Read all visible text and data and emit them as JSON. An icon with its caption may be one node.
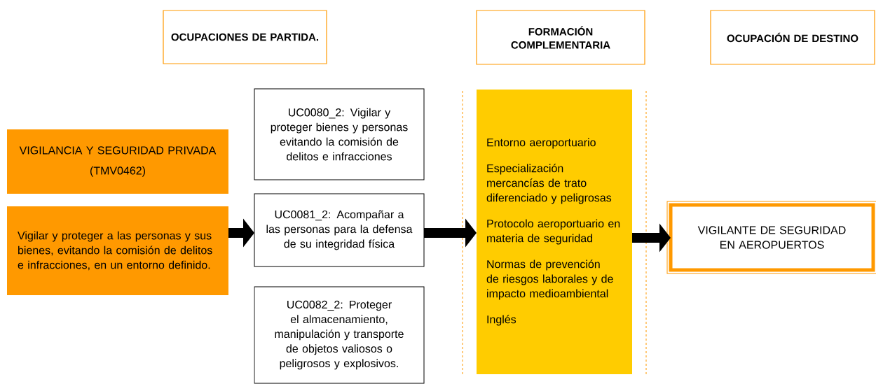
{
  "diagram": {
    "nodes": [
      {
        "text": [
          "OCUPACIONES DE PARTIDA."
        ]
      },
      {
        "text": [
          "FORMACIÓN COMPLEMENTARIA"
        ]
      },
      {
        "text": [
          "OCUPACIÓN DE DESTINO"
        ]
      },
      {
        "text": [
          "VIGILANCIA Y SEGURIDAD PRIVADA",
          "(TMV0462)"
        ]
      },
      {
        "text": [
          "Vigilar y proteger a las personas y sus bienes, evitando la comisión de delitos e infracciones, en un entorno definido."
        ]
      },
      {
        "text": [
          "UC0080_2: Vigilar y proteger bienes y personas evitando la comisión de delitos e infracciones"
        ]
      },
      {
        "text": [
          "UC0081_2: Acompañar a las personas para la defensa de su integridad física"
        ]
      },
      {
        "text": [
          "UC0082_2: Proteger el almacenamiento, manipulación y transporte de objetos valiosos o peligrosos y explosivos."
        ]
      },
      {
        "text": [
          "Entorno aeroportuario",
          "Especialización mercancías de trato diferenciado y peligrosas",
          "Protocolo aeroportuario en materia de seguridad",
          "Normas de prevención de riesgos laborales y de impacto medioambiental",
          "Inglés"
        ]
      },
      {
        "text": [
          "VIGILANTE DE SEGURIDAD EN AEROPUERTOS"
        ]
      }
    ],
    "edges": [
      {
        "from": 4,
        "to": 6,
        "arrow": "to"
      },
      {
        "from": 6,
        "to": 8,
        "arrow": "to"
      },
      {
        "from": 8,
        "to": 9,
        "arrow": "to"
      }
    ]
  }
}
